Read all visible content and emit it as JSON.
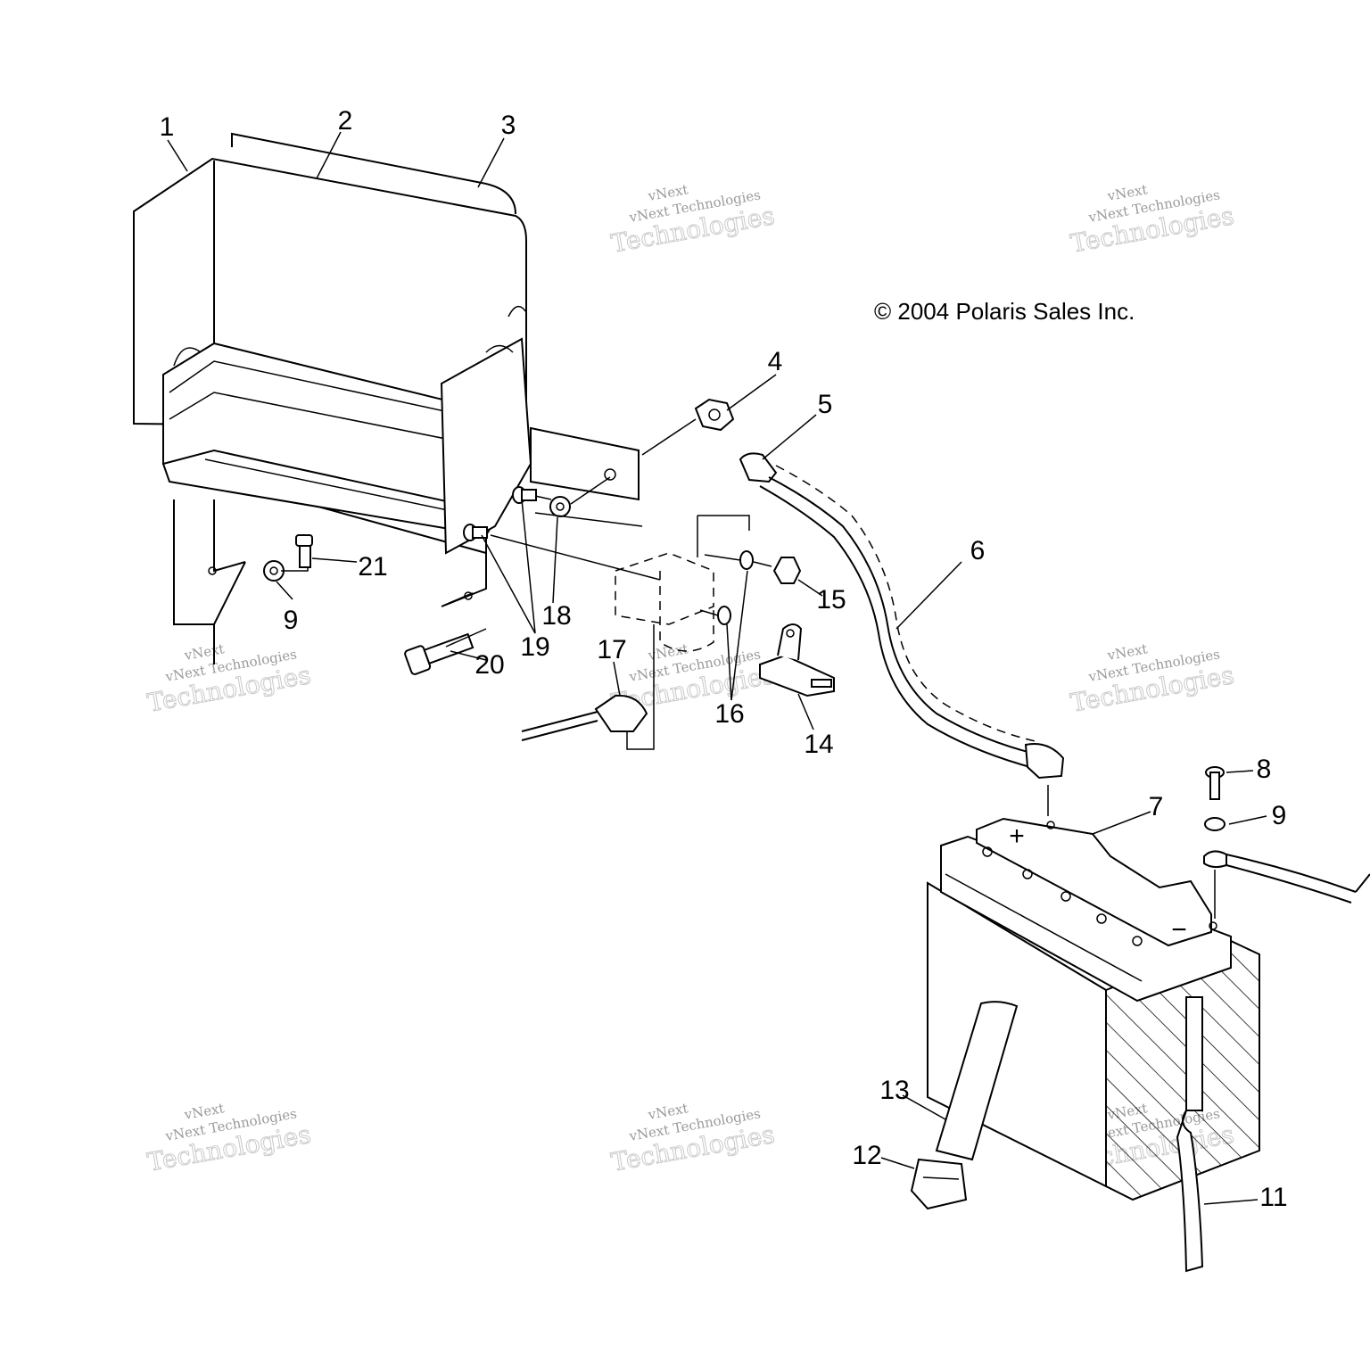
{
  "copyright": "© 2004 Polaris Sales Inc.",
  "watermark": {
    "line1": "vNext Technologies",
    "line2": "Technologies",
    "line3": "vNext"
  },
  "callouts": {
    "c1": "1",
    "c2": "2",
    "c3": "3",
    "c4": "4",
    "c5": "5",
    "c6": "6",
    "c7": "7",
    "c8": "8",
    "c9a": "9",
    "c9b": "9",
    "c11": "11",
    "c12": "12",
    "c13": "13",
    "c14": "14",
    "c15": "15",
    "c16": "16",
    "c17": "17",
    "c18": "18",
    "c19": "19",
    "c20": "20",
    "c21": "21"
  },
  "battery_symbols": {
    "plus": "+",
    "minus": "−"
  }
}
